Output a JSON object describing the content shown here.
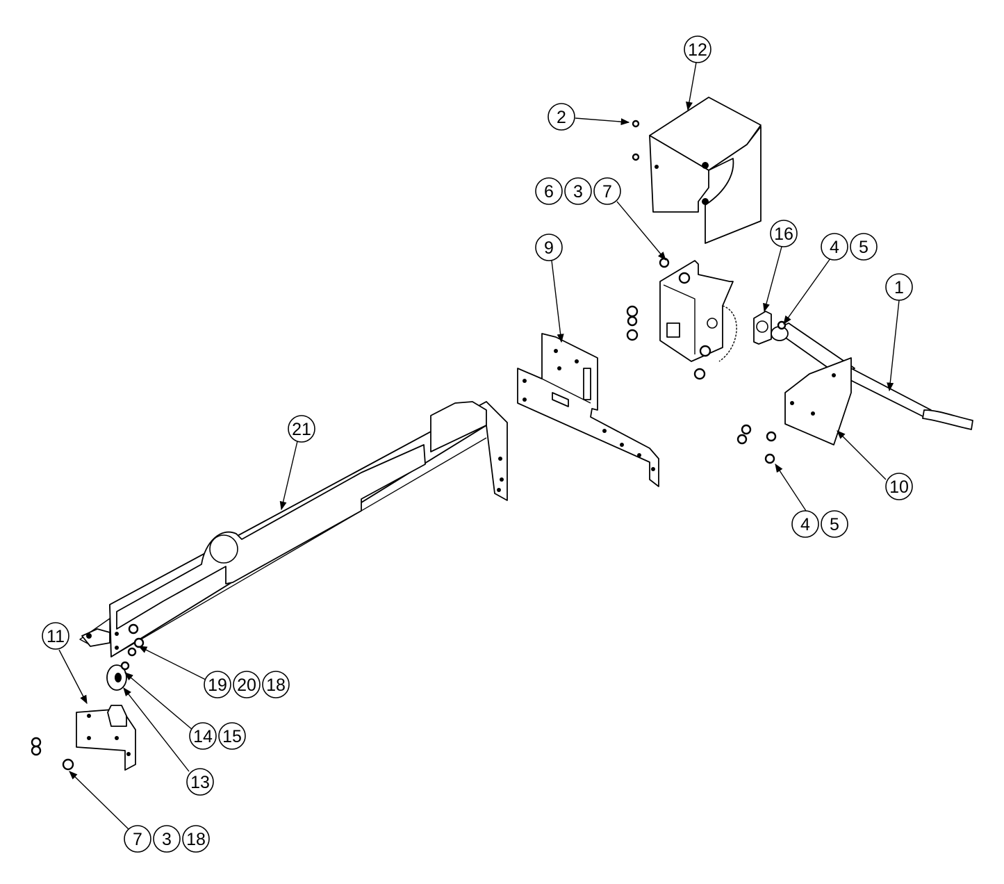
{
  "callouts": [
    {
      "id": "c12",
      "labels": [
        "12"
      ]
    },
    {
      "id": "c2",
      "labels": [
        "2"
      ]
    },
    {
      "id": "c637",
      "labels": [
        "6",
        "3",
        "7"
      ]
    },
    {
      "id": "c9",
      "labels": [
        "9"
      ]
    },
    {
      "id": "c16",
      "labels": [
        "16"
      ]
    },
    {
      "id": "c45a",
      "labels": [
        "4",
        "5"
      ]
    },
    {
      "id": "c1",
      "labels": [
        "1"
      ]
    },
    {
      "id": "c21",
      "labels": [
        "21"
      ]
    },
    {
      "id": "c10",
      "labels": [
        "10"
      ]
    },
    {
      "id": "c45b",
      "labels": [
        "4",
        "5"
      ]
    },
    {
      "id": "c11",
      "labels": [
        "11"
      ]
    },
    {
      "id": "c192018",
      "labels": [
        "19",
        "20",
        "18"
      ]
    },
    {
      "id": "c1415",
      "labels": [
        "14",
        "15"
      ]
    },
    {
      "id": "c13",
      "labels": [
        "13"
      ]
    },
    {
      "id": "c7318",
      "labels": [
        "7",
        "3",
        "18"
      ]
    }
  ],
  "colors": {
    "line": "#000000",
    "background": "#ffffff"
  }
}
